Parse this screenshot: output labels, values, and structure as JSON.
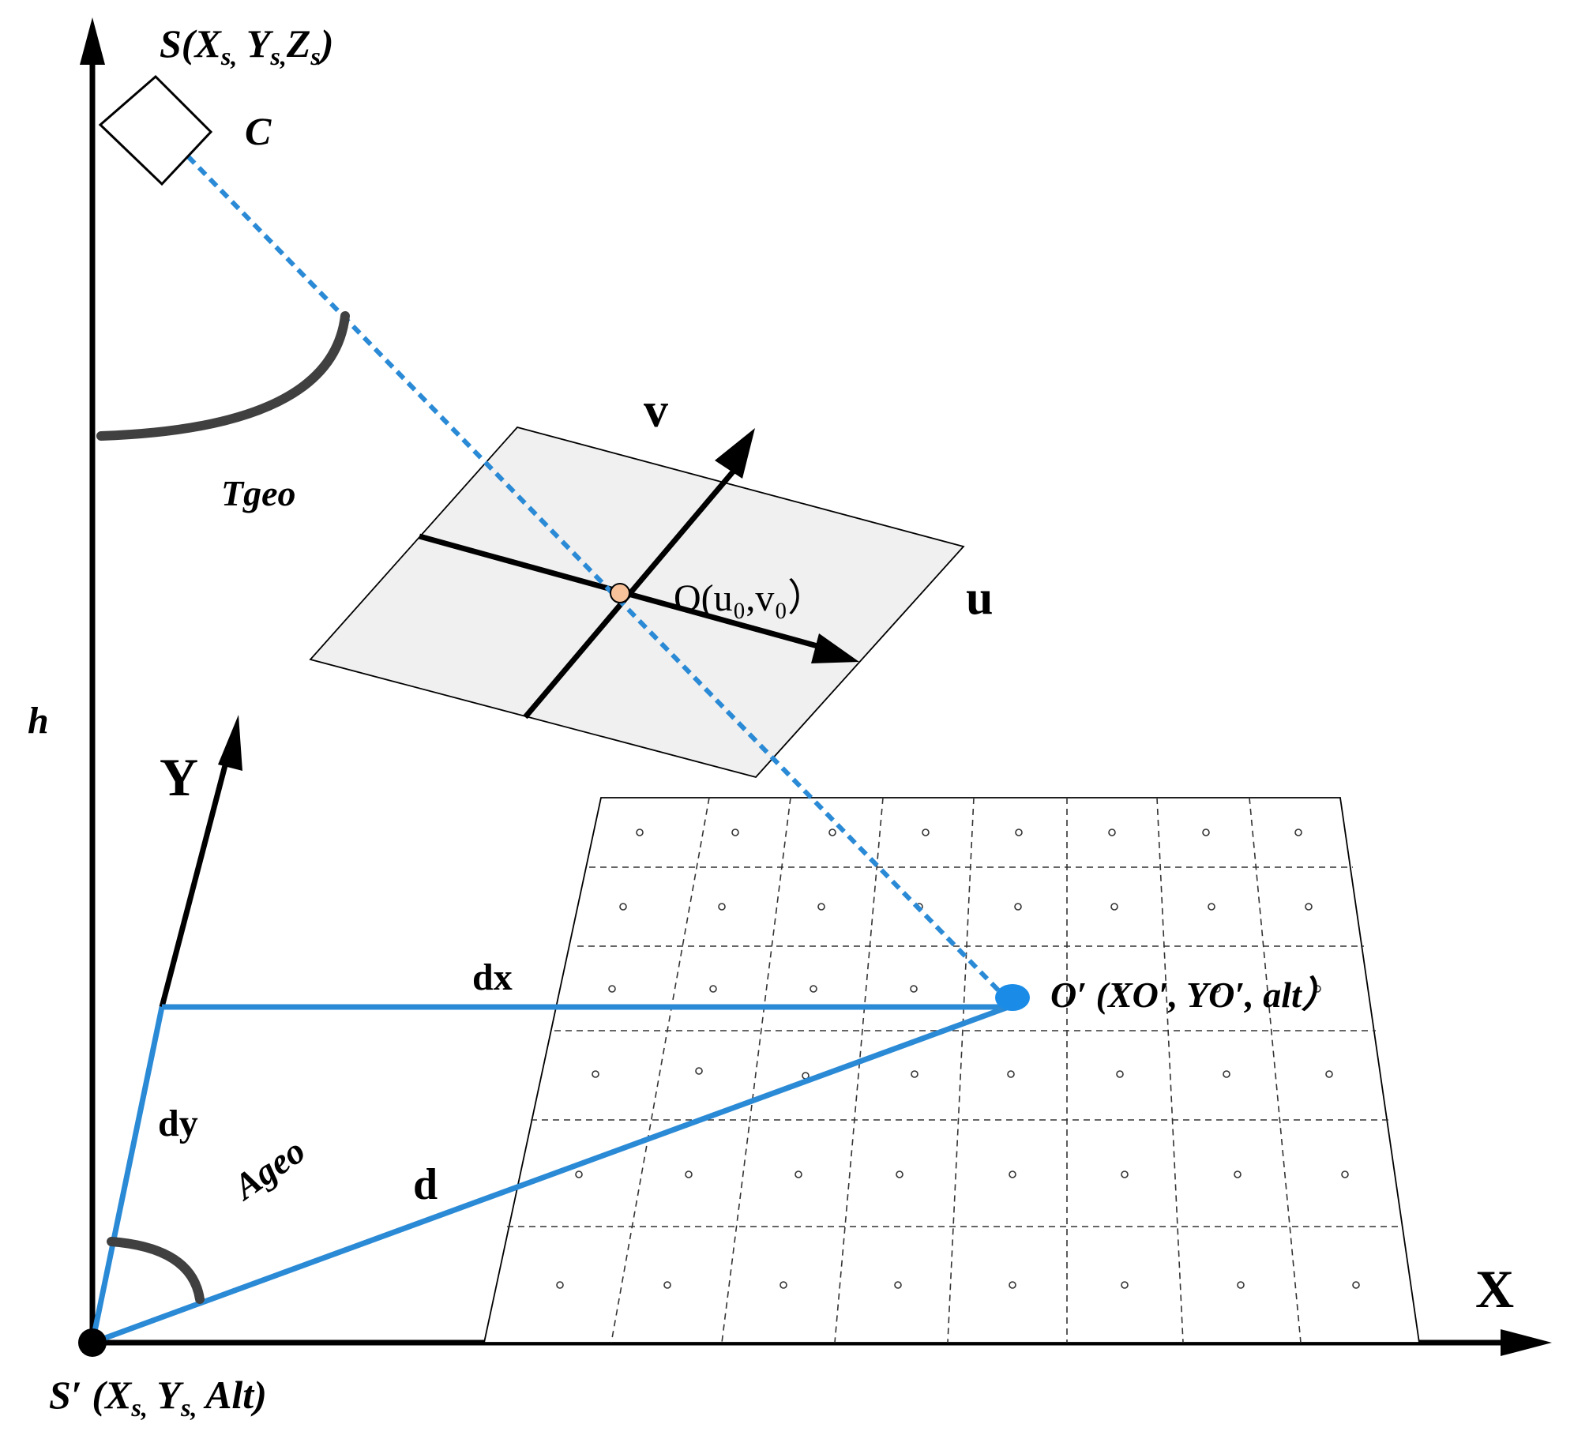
{
  "labels": {
    "camera_position": "S(X",
    "camera_position_sub1": "s,",
    "camera_position_mid1": " Y",
    "camera_position_sub2": "s,",
    "camera_position_mid2": "Z",
    "camera_position_sub3": "s",
    "camera_position_end": ")",
    "camera": "C",
    "tilt_angle": "Tgeo",
    "height": "h",
    "axis_v": "v",
    "axis_u": "u",
    "principal_point": "O(u₀,v₀）",
    "axis_y": "Y",
    "axis_x": "X",
    "offset_x": "dx",
    "offset_y": "dy",
    "azimuth_angle": "Ageo",
    "distance": "d",
    "ground_point": "O′ (XO′, YO′, alt）",
    "nadir_point_a": "S′ (X",
    "nadir_point_sub1": "s,",
    "nadir_point_mid": " Y",
    "nadir_point_sub2": "s,",
    "nadir_point_end": " Alt)"
  },
  "colors": {
    "axis": "#000000",
    "ray": "#2a8ad6",
    "angle_arc": "#404040",
    "image_plane": "#f0f0f0",
    "principal_point_fill": "#f7c29a",
    "ground_point_fill": "#1a8ce8"
  }
}
